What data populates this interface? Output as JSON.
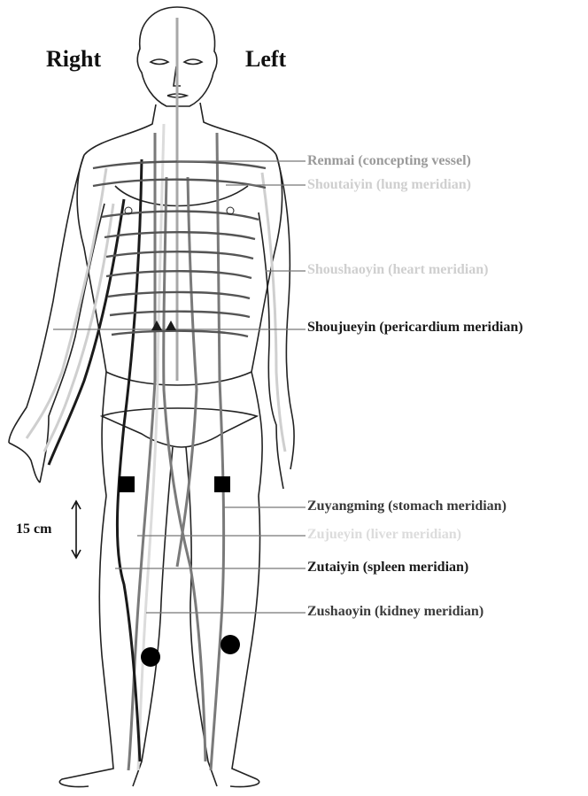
{
  "header": {
    "right_label": "Right",
    "left_label": "Left"
  },
  "scale": {
    "label": "15 cm"
  },
  "meridians": [
    {
      "id": "renmai",
      "label": "Renmai (concepting vessel)",
      "color": "#a8a8a8"
    },
    {
      "id": "shoutaiyin",
      "label": "Shoutaiyin (lung meridian)",
      "color": "#cfcfcf"
    },
    {
      "id": "shoushaoyin",
      "label": "Shoushaoyin (heart meridian)",
      "color": "#cfcfcf"
    },
    {
      "id": "shoujueyin",
      "label": "Shoujueyin (pericardium meridian)",
      "color": "#1a1a1a"
    },
    {
      "id": "zuyangming",
      "label": "Zuyangming (stomach meridian)",
      "color": "#7a7a7a"
    },
    {
      "id": "zujueyin",
      "label": "Zujueyin (liver meridian)",
      "color": "#dcdcdc"
    },
    {
      "id": "zutaiyin",
      "label": "Zutaiyin (spleen meridian)",
      "color": "#1a1a1a"
    },
    {
      "id": "zushaoyin",
      "label": "Zushaoyin (kidney meridian)",
      "color": "#7a7a7a"
    }
  ],
  "markers": {
    "square_color": "#000000",
    "circle_color": "#000000",
    "triangle_color": "#1a1a1a"
  }
}
